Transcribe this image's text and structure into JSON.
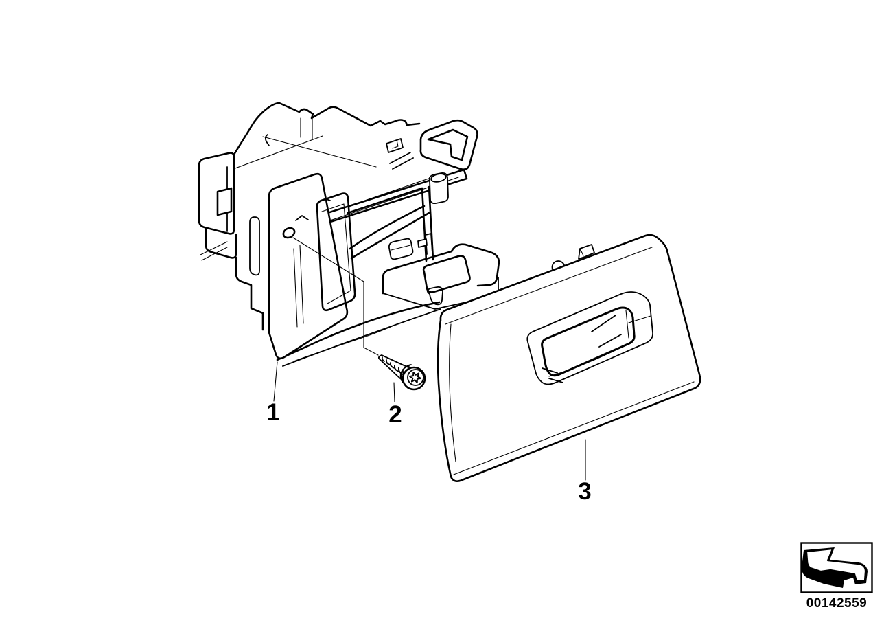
{
  "diagram": {
    "type": "exploded-parts-diagram",
    "background_color": "#ffffff",
    "line_color": "#000000",
    "callouts": [
      {
        "label": "1"
      },
      {
        "label": "2"
      },
      {
        "label": "3"
      }
    ],
    "stamp": {
      "number": "00142559",
      "icon": "arrow-up-left-3d-icon"
    }
  }
}
